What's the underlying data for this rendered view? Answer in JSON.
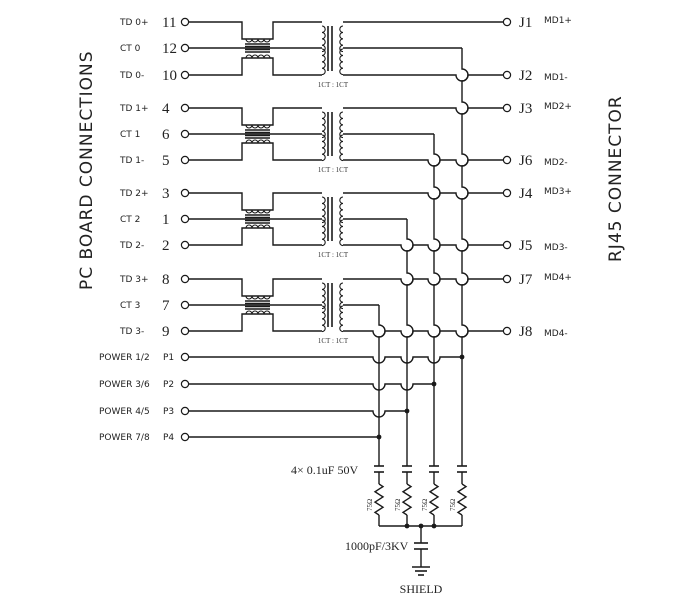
{
  "titles": {
    "left": "PC BOARD CONNECTIONS",
    "right": "RJ45 CONNECTOR"
  },
  "pc_side": {
    "groups": [
      {
        "pins": [
          {
            "name": "TD 0+",
            "num": "11"
          },
          {
            "name": "CT 0",
            "num": "12"
          },
          {
            "name": "TD 0-",
            "num": "10"
          }
        ]
      },
      {
        "pins": [
          {
            "name": "TD 1+",
            "num": "4"
          },
          {
            "name": "CT 1",
            "num": "6"
          },
          {
            "name": "TD 1-",
            "num": "5"
          }
        ]
      },
      {
        "pins": [
          {
            "name": "TD 2+",
            "num": "3"
          },
          {
            "name": "CT 2",
            "num": "1"
          },
          {
            "name": "TD 2-",
            "num": "2"
          }
        ]
      },
      {
        "pins": [
          {
            "name": "TD 3+",
            "num": "8"
          },
          {
            "name": "CT 3",
            "num": "7"
          },
          {
            "name": "TD 3-",
            "num": "9"
          }
        ]
      }
    ],
    "power": [
      {
        "name": "POWER 1/2",
        "num": "P1"
      },
      {
        "name": "POWER 3/6",
        "num": "P2"
      },
      {
        "name": "POWER 4/5",
        "num": "P3"
      },
      {
        "name": "POWER 7/8",
        "num": "P4"
      }
    ]
  },
  "transformer_ratio": "1CT : 1CT",
  "rj45_side": [
    {
      "pin": "J1",
      "signal": "MD1+"
    },
    {
      "pin": "J2",
      "signal": "MD1-"
    },
    {
      "pin": "J3",
      "signal": "MD2+"
    },
    {
      "pin": "J6",
      "signal": "MD2-"
    },
    {
      "pin": "J4",
      "signal": "MD3+"
    },
    {
      "pin": "J5",
      "signal": "MD3-"
    },
    {
      "pin": "J7",
      "signal": "MD4+"
    },
    {
      "pin": "J8",
      "signal": "MD4-"
    }
  ],
  "termination": {
    "capacitor_label": "4× 0.1uF 50V",
    "resistor_label": "75Ω",
    "hv_capacitor_label": "1000pF/3KV",
    "ground_label": "SHIELD"
  }
}
